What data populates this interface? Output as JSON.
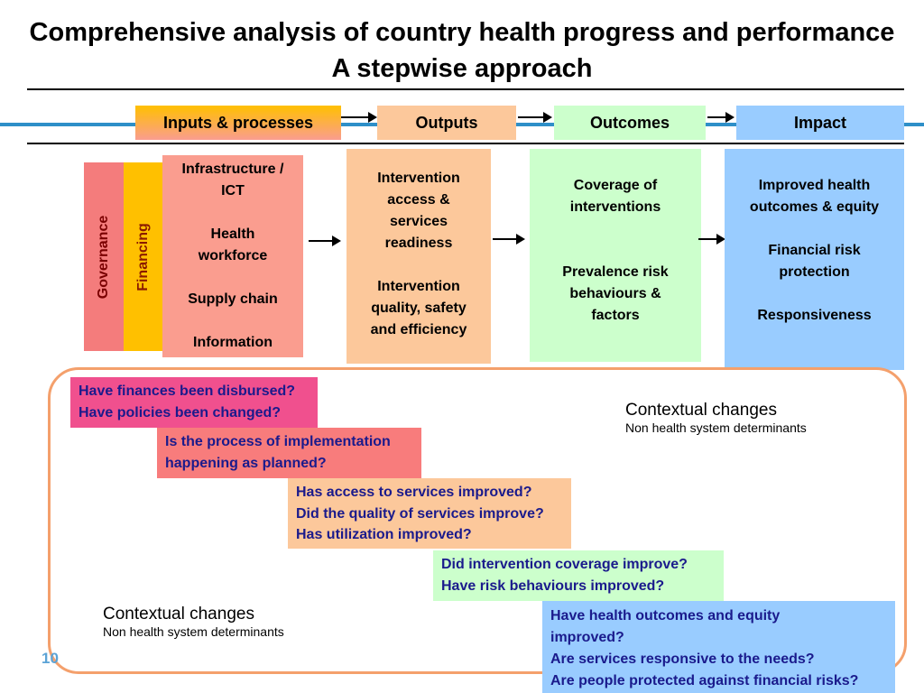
{
  "title": {
    "line1": "Comprehensive analysis of country health progress and performance",
    "line2": "A stepwise approach"
  },
  "stages": {
    "inputs": "Inputs & processes",
    "outputs": "Outputs",
    "outcomes": "Outcomes",
    "impact": "Impact"
  },
  "inputs": {
    "governance": "Governance",
    "financing": "Financing",
    "items": [
      "Infrastructure / ICT",
      "Health workforce",
      "Supply chain",
      "Information"
    ]
  },
  "outputs": {
    "items": [
      "Intervention access & services readiness",
      "Intervention quality, safety and efficiency"
    ]
  },
  "outcomes": {
    "items": [
      "Coverage of interventions",
      "Prevalence risk behaviours & factors"
    ]
  },
  "impact": {
    "items": [
      "Improved health  outcomes & equity",
      "Financial risk protection",
      "Responsiveness"
    ]
  },
  "questions": {
    "q1": [
      "Have finances been disbursed?",
      "Have policies been changed?"
    ],
    "q2": [
      "Is the process of implementation",
      "happening as planned?"
    ],
    "q3": [
      "Has access to services improved?",
      "Did the quality of services improve?",
      "Has utilization improved?"
    ],
    "q4": [
      "Did intervention coverage improve?",
      "Have risk behaviours improved?"
    ],
    "q5": [
      "Have health outcomes and equity",
      "improved?",
      "Are services responsive to the needs?",
      "Are people protected against financial risks?"
    ]
  },
  "context": {
    "title": "Contextual changes",
    "subtitle": "Non health system determinants"
  },
  "slide_number": "10",
  "colors": {
    "governance": "#f47c7c",
    "financing": "#ffc000",
    "inputs_box": "#fa9d8f",
    "outputs": "#fcc89b",
    "outcomes": "#ccffcc",
    "impact": "#99ccff",
    "frame": "#f4a06c",
    "q1": "#f0508e",
    "q2": "#f87c7c",
    "blue_line": "#2e8fc8"
  }
}
